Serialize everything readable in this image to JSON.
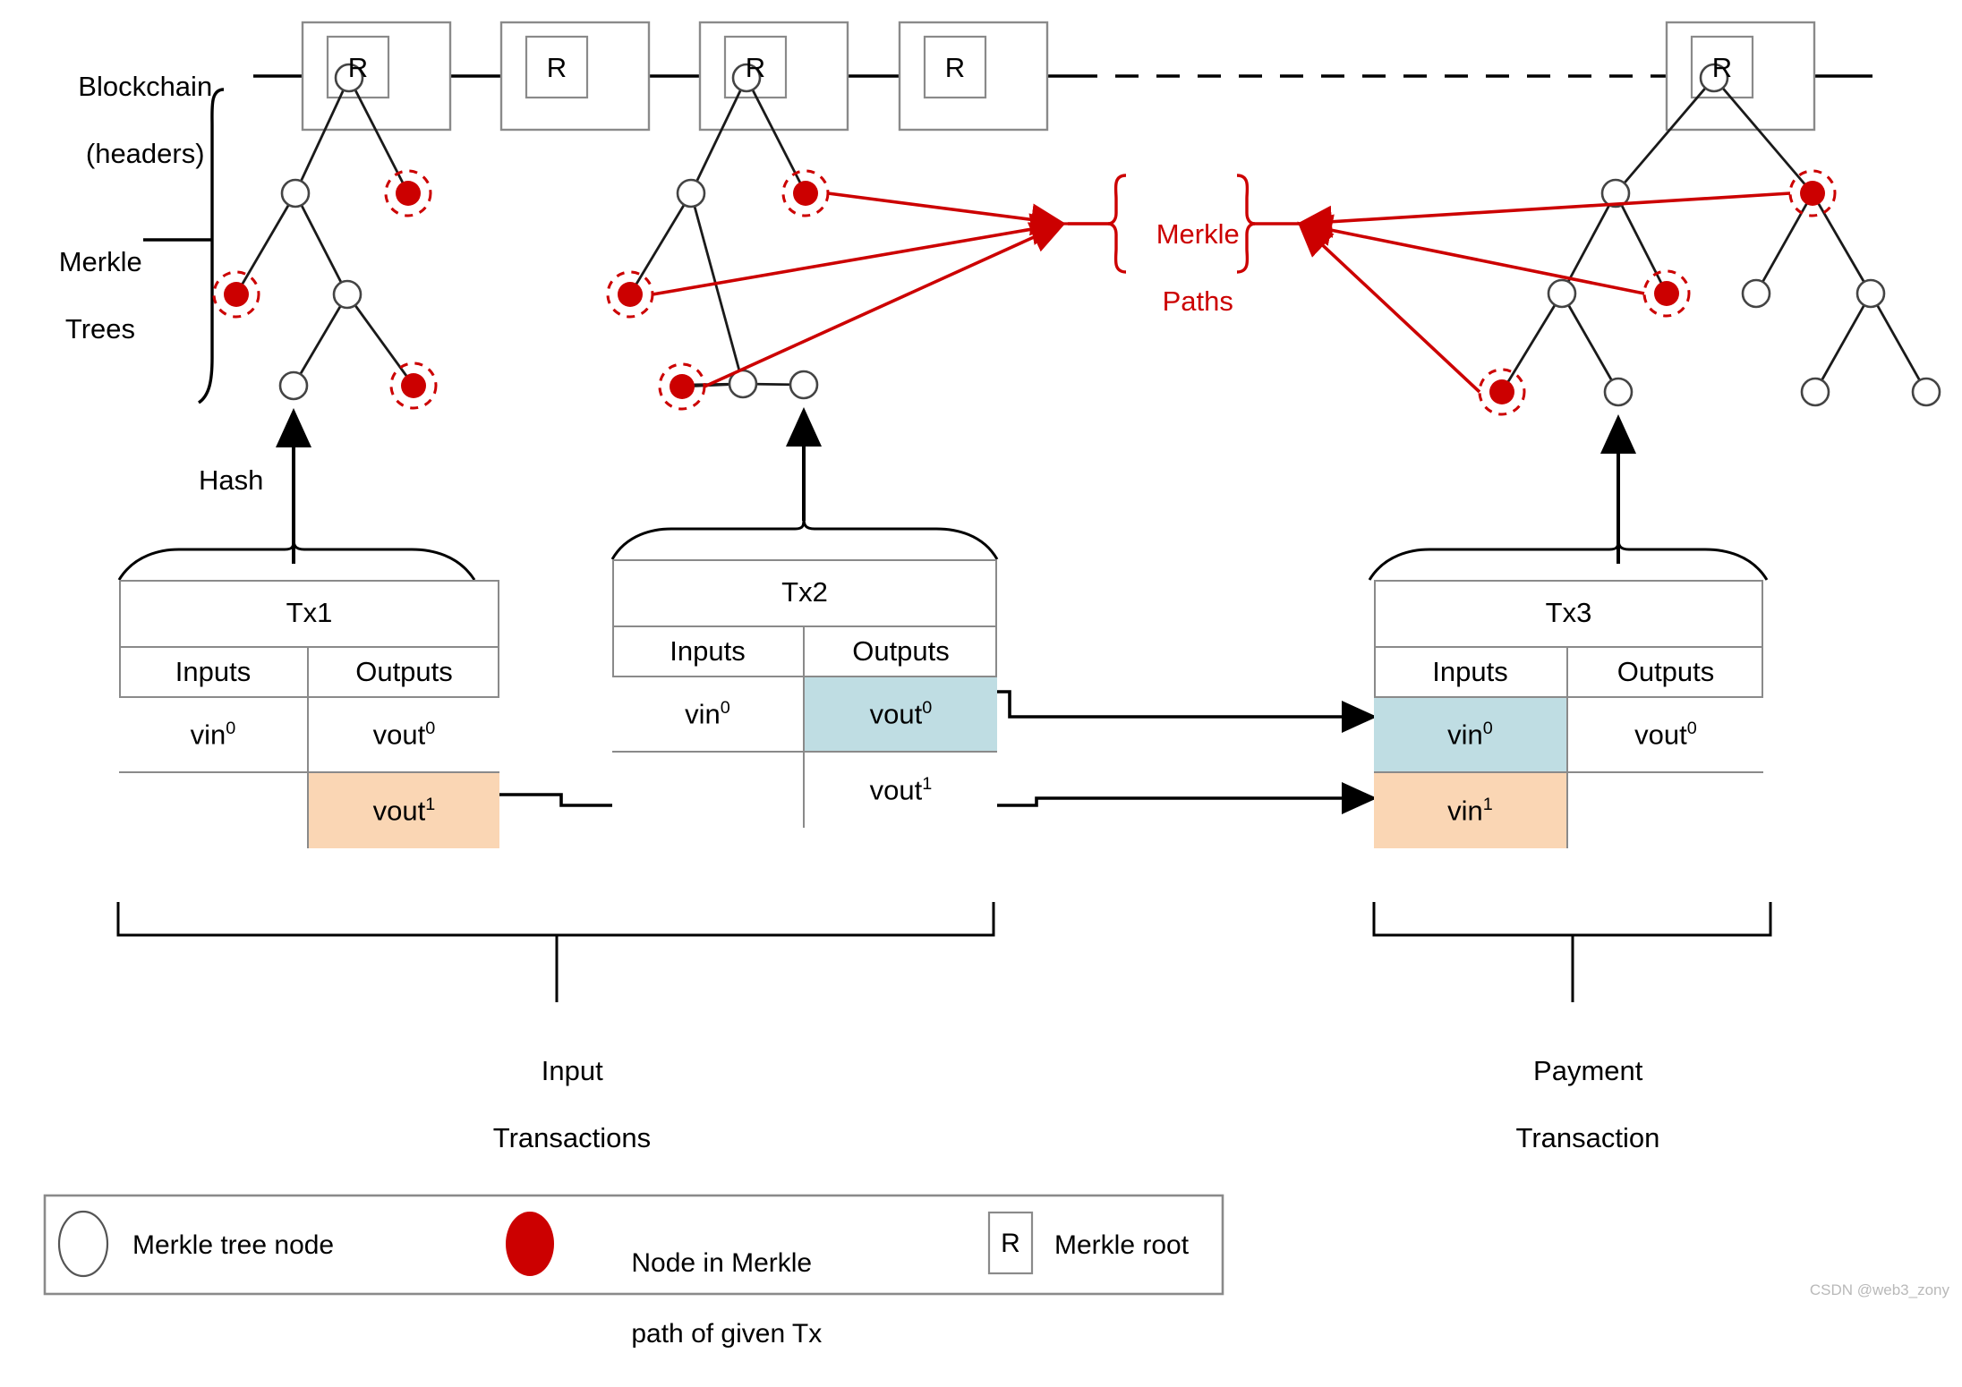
{
  "diagram": {
    "title": "Merkle paths for payment transaction verification",
    "colors": {
      "red": "#cc0000",
      "node_stroke": "#333333",
      "block_border": "#808080",
      "table_border": "#808080",
      "highlight_blue": "#bfdde3",
      "highlight_orange": "#fad6b4",
      "line": "#000000",
      "watermark": "#b9b9b9"
    }
  },
  "labels": {
    "blockchain": "Blockchain\n(headers)",
    "merkle_trees": "Merkle\nTrees",
    "hash": "Hash",
    "merkle_paths": "Merkle\nPaths",
    "input_transactions": "Input\nTransactions",
    "payment_transaction": "Payment\nTransaction",
    "root_letter": "R"
  },
  "blocks": [
    {
      "id": "block-1",
      "root_label": "R",
      "has_tree": true
    },
    {
      "id": "block-2",
      "root_label": "R",
      "has_tree": false
    },
    {
      "id": "block-3",
      "root_label": "R",
      "has_tree": true
    },
    {
      "id": "block-4",
      "root_label": "R",
      "has_tree": false
    },
    {
      "id": "block-5",
      "root_label": "R",
      "has_tree": true
    }
  ],
  "transactions": [
    {
      "id": "tx1",
      "name": "Tx1",
      "columns": [
        "Inputs",
        "Outputs"
      ],
      "rows": [
        {
          "input": "vin",
          "input_sup": "0",
          "input_fill": "none",
          "output": "vout",
          "output_sup": "0",
          "output_fill": "none"
        },
        {
          "input": "",
          "input_sup": "",
          "input_fill": "none",
          "output": "vout",
          "output_sup": "1",
          "output_fill": "orange"
        }
      ]
    },
    {
      "id": "tx2",
      "name": "Tx2",
      "columns": [
        "Inputs",
        "Outputs"
      ],
      "rows": [
        {
          "input": "vin",
          "input_sup": "0",
          "input_fill": "none",
          "output": "vout",
          "output_sup": "0",
          "output_fill": "blue"
        },
        {
          "input": "",
          "input_sup": "",
          "input_fill": "none",
          "output": "vout",
          "output_sup": "1",
          "output_fill": "none"
        }
      ]
    },
    {
      "id": "tx3",
      "name": "Tx3",
      "columns": [
        "Inputs",
        "Outputs"
      ],
      "rows": [
        {
          "input": "vin",
          "input_sup": "0",
          "input_fill": "blue",
          "output": "vout",
          "output_sup": "0",
          "output_fill": "none"
        },
        {
          "input": "vin",
          "input_sup": "1",
          "input_fill": "orange",
          "output": "",
          "output_sup": "",
          "output_fill": "none"
        }
      ]
    }
  ],
  "legend": {
    "items": [
      {
        "icon": "open-circle",
        "label": "Merkle tree node"
      },
      {
        "icon": "filled-red-circle",
        "label": "Node in Merkle\npath of given Tx"
      },
      {
        "icon": "r-box",
        "label": "Merkle root",
        "glyph": "R"
      }
    ]
  },
  "watermark": "CSDN @web3_zony"
}
